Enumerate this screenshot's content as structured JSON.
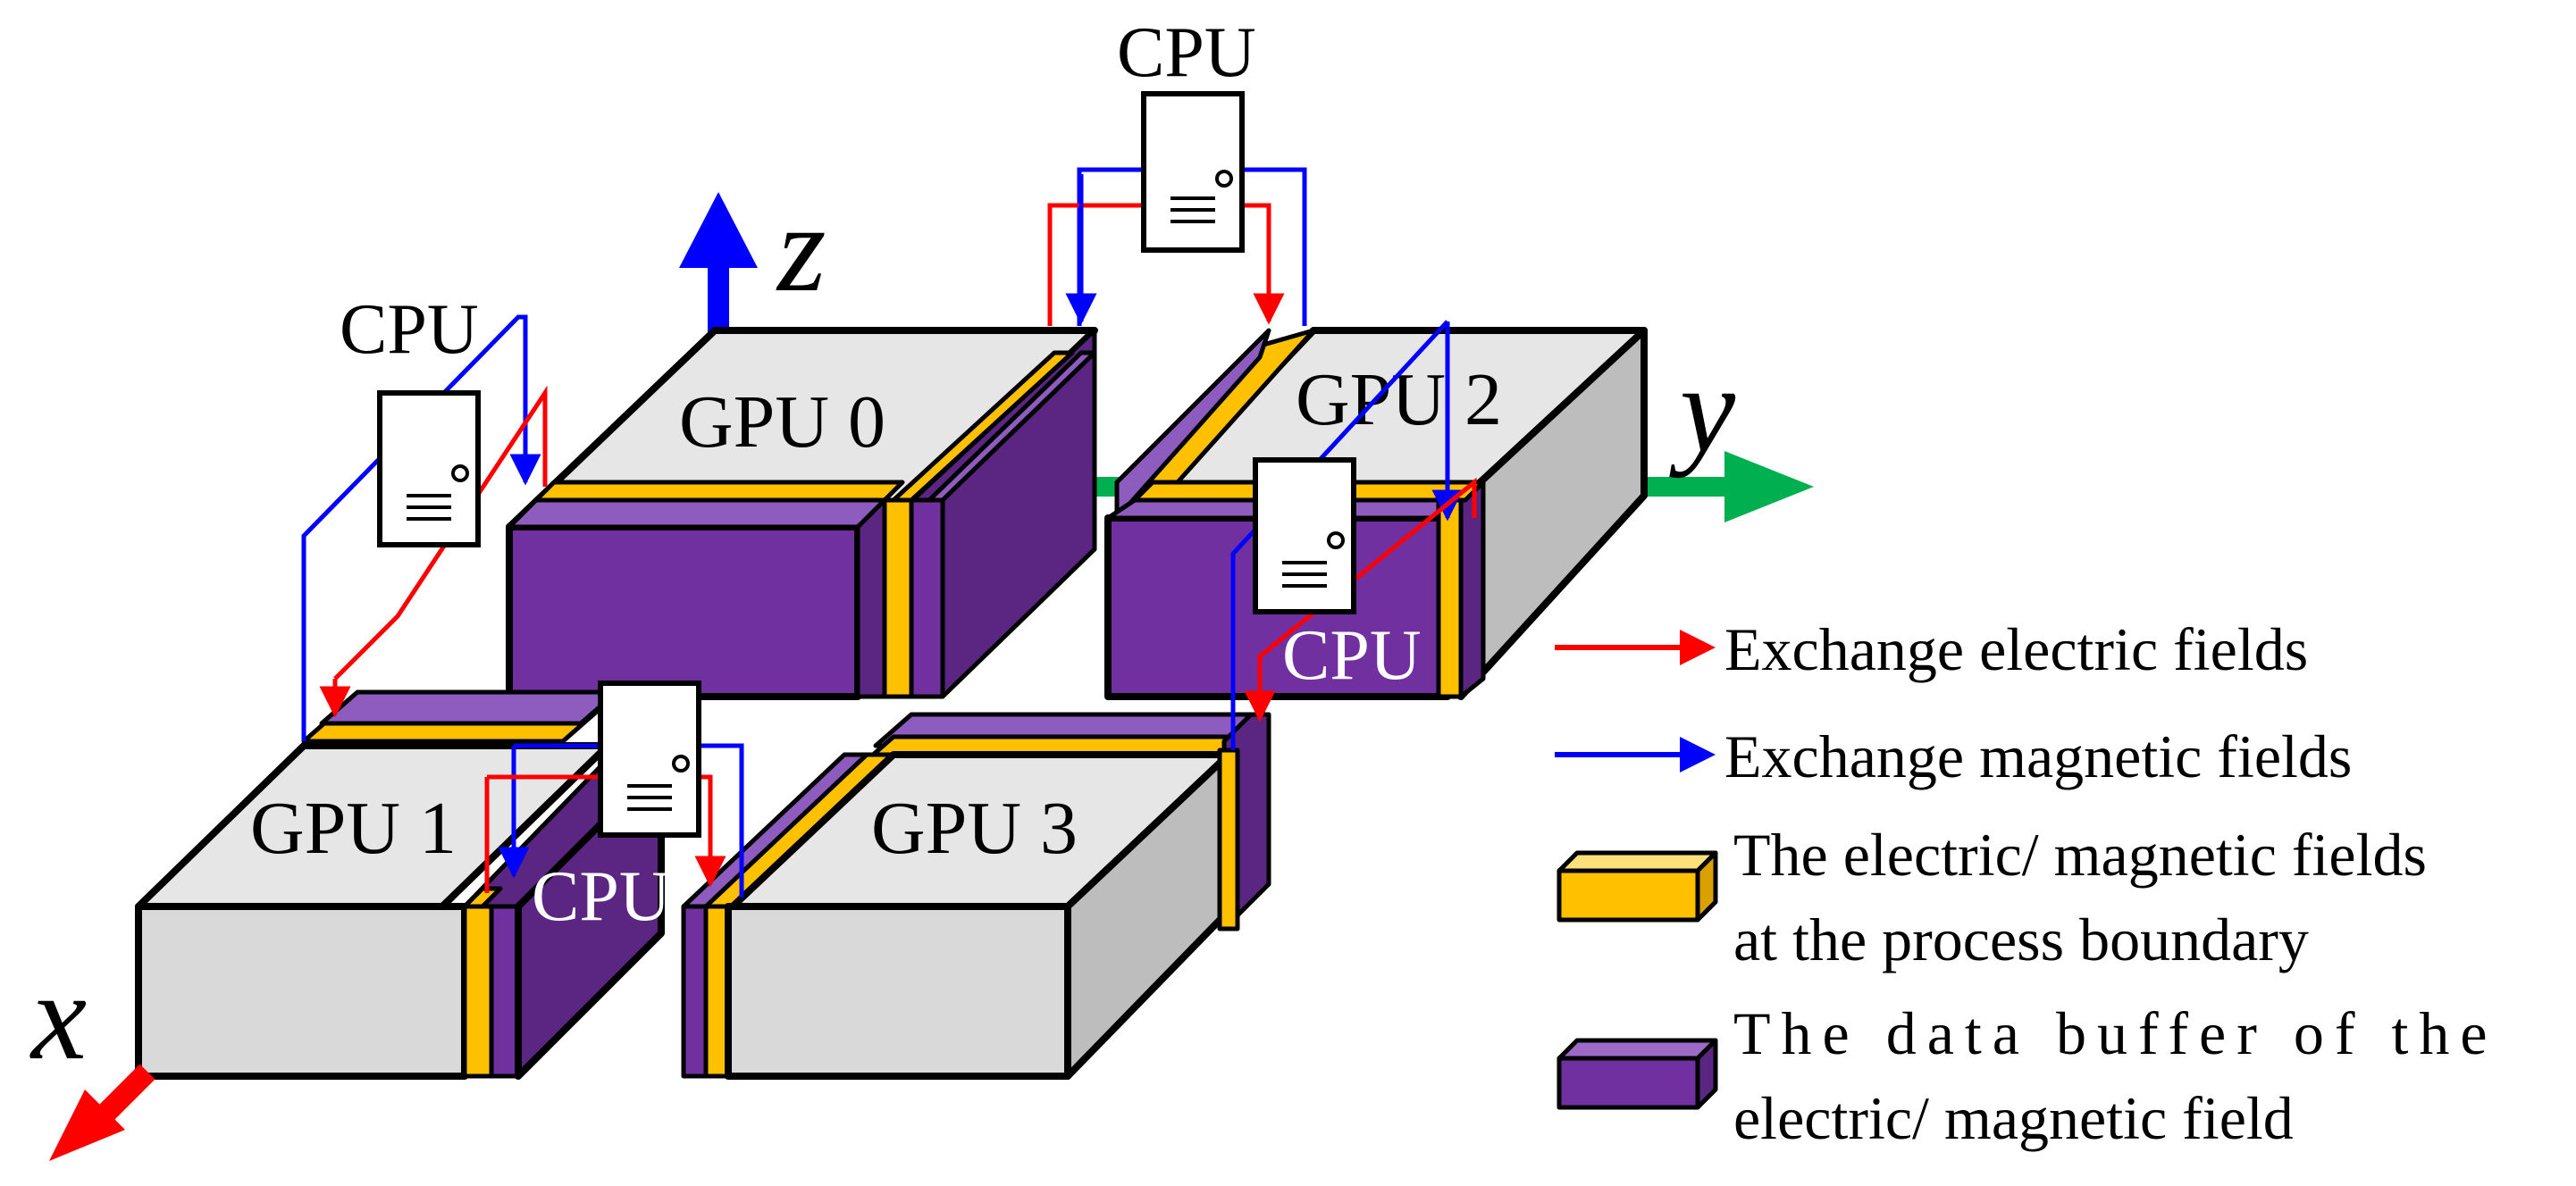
{
  "axes": {
    "x": "x",
    "y": "y",
    "z": "z"
  },
  "gpus": [
    "GPU 0",
    "GPU 1",
    "GPU 2",
    "GPU 3"
  ],
  "cpu_label": "CPU",
  "legend": {
    "electric": "Exchange electric fields",
    "magnetic": "Exchange magnetic fields",
    "boundary_line1": "The electric/ magnetic fields",
    "boundary_line2": "at the process boundary",
    "buffer_line1": "The data buffer  of the",
    "buffer_line2": "electric/ magnetic field"
  },
  "colors": {
    "gpu_top": "#e6e6e6",
    "gpu_front": "#d9d9d9",
    "gpu_side": "#bdbdbd",
    "buffer": "#7030a0",
    "buffer_dark": "#5a2682",
    "boundary": "#ffc000",
    "electric": "#ff0000",
    "magnetic": "#0000ff",
    "axis_x": "#ff0000",
    "axis_y": "#00b050",
    "axis_z": "#0000ff"
  }
}
